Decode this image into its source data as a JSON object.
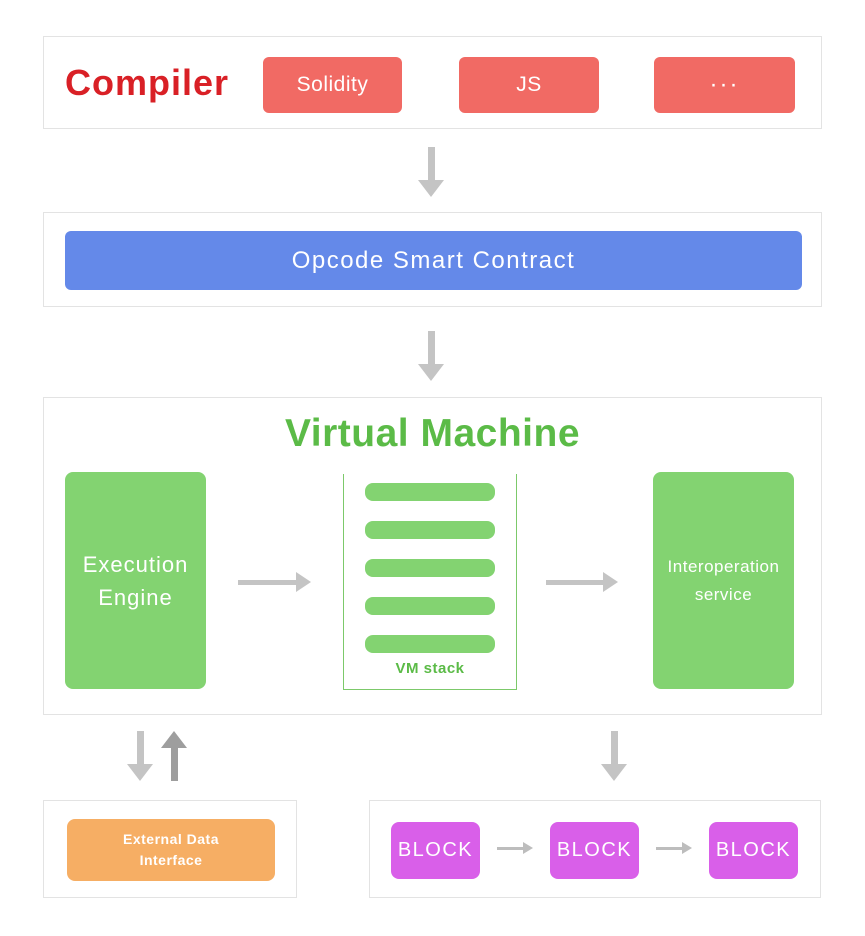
{
  "compiler": {
    "title": "Compiler",
    "buttons": [
      "Solidity",
      "JS",
      "···"
    ]
  },
  "opcode": {
    "label": "Opcode Smart Contract"
  },
  "vm": {
    "title": "Virtual Machine",
    "execution_engine_label": "Execution Engine",
    "stack_label": "VM stack",
    "stack_slot_count": 5,
    "interoperation_label": "Interoperation service"
  },
  "external_data": {
    "label": "External Data Interface"
  },
  "blockchain": {
    "blocks": [
      "BLOCK",
      "BLOCK",
      "BLOCK"
    ]
  },
  "colors": {
    "red_title": "#d92026",
    "red_button": "#f16a64",
    "blue_bar": "#6489e9",
    "green_box": "#83d371",
    "green_text": "#5bbb47",
    "orange_box": "#f6ae64",
    "magenta_block": "#d95fe9",
    "arrow_light": "#c4c4c4",
    "arrow_dark": "#9e9e9e",
    "panel_border": "#e3e3e3",
    "background": "#ffffff"
  }
}
